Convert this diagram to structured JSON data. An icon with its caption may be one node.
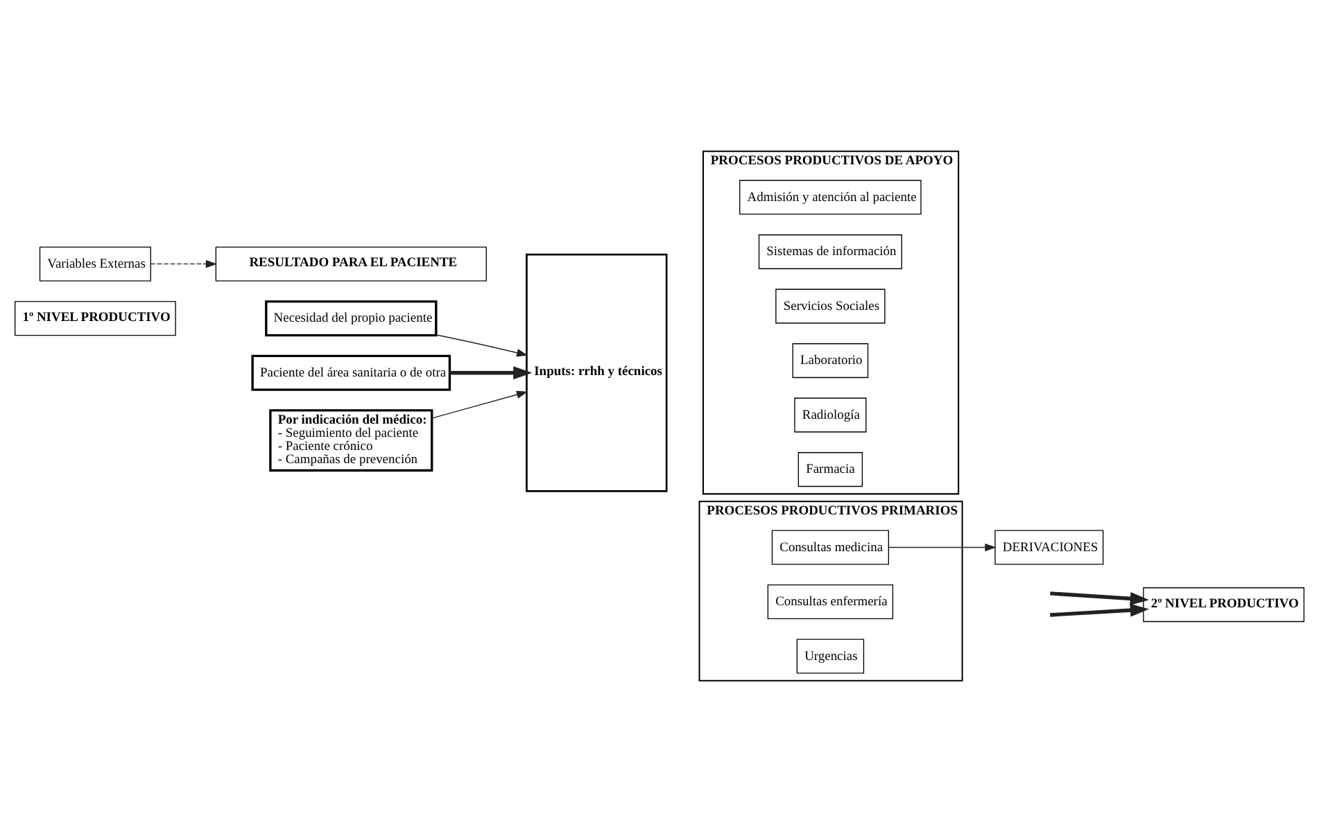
{
  "diagram": {
    "nodes": [
      {
        "text": [
          "1º NIVEL PRODUCTIVO"
        ]
      },
      {
        "text": [
          "Necesidad del propio paciente"
        ]
      },
      {
        "text": [
          "Paciente del área sanitaria o de otra"
        ]
      },
      {
        "text": [
          "Por indicación del médico:",
          "- Seguimiento del paciente",
          "- Paciente crónico",
          "- Campañas de prevención"
        ]
      },
      {
        "text": [
          "Inputs: rrhh y técnicos"
        ]
      },
      {
        "text": [
          "PROCESOS PRODUCTIVOS DE APOYO"
        ]
      },
      {
        "text": [
          "Admisión y atención al paciente"
        ],
        "in": 5
      },
      {
        "text": [
          "Sistemas de información"
        ],
        "in": 5
      },
      {
        "text": [
          "Servicios Sociales"
        ],
        "in": 5
      },
      {
        "text": [
          "Laboratorio"
        ],
        "in": 5
      },
      {
        "text": [
          "Radiología"
        ],
        "in": 5
      },
      {
        "text": [
          "Farmacia"
        ],
        "in": 5
      },
      {
        "text": [
          "PROCESOS PRODUCTIVOS PRIMARIOS"
        ]
      },
      {
        "text": [
          "Consultas medicina"
        ],
        "in": 12
      },
      {
        "text": [
          "Consultas enfermería"
        ],
        "in": 12
      },
      {
        "text": [
          "Urgencias"
        ],
        "in": 12
      },
      {
        "text": [
          "DERIVACIONES"
        ]
      },
      {
        "text": [
          "2º NIVEL PRODUCTIVO"
        ]
      },
      {
        "text": [
          "Variables Externas"
        ]
      },
      {
        "text": [
          "RESULTADO PARA EL PACIENTE"
        ]
      }
    ],
    "edges": [
      {
        "from": 1,
        "to": 4,
        "arrow": "to"
      },
      {
        "from": 2,
        "to": 4,
        "arrow": "to",
        "style": "thick"
      },
      {
        "from": 3,
        "to": 4,
        "arrow": "to"
      },
      {
        "from": 13,
        "to": 16,
        "arrow": "to"
      },
      {
        "from": null,
        "to": 17,
        "arrow": "to",
        "style": "thick"
      },
      {
        "from": null,
        "to": 17,
        "arrow": "to",
        "style": "thick"
      },
      {
        "from": 18,
        "to": 19,
        "arrow": "to",
        "style": "dashed"
      }
    ]
  }
}
